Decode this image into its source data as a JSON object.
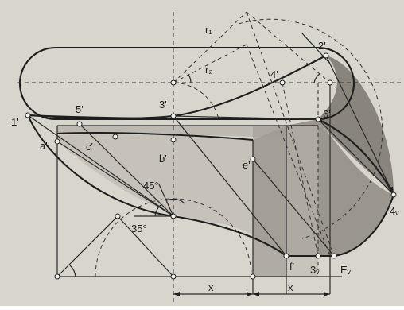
{
  "figure": {
    "labels": {
      "p1": "1'",
      "p2": "2'",
      "p3": "3'",
      "p4": "4'",
      "p5": "5'",
      "p6": "6'",
      "a": "a'",
      "b": "b'",
      "c": "c'",
      "e": "e'",
      "f": "f'",
      "r1": "r₁",
      "r2": "r₂",
      "p3low": "3ᵥ",
      "p4low": "4ᵥ",
      "Ev": "Eᵥ",
      "angle45": "45°",
      "angle35": "35°",
      "x1": "x",
      "x2": "x"
    },
    "colors": {
      "paper": "#d8d5cc",
      "shade_light": "#b9b5ac",
      "shade_dark": "#8f8a81",
      "line": "#1e1e1e"
    }
  }
}
